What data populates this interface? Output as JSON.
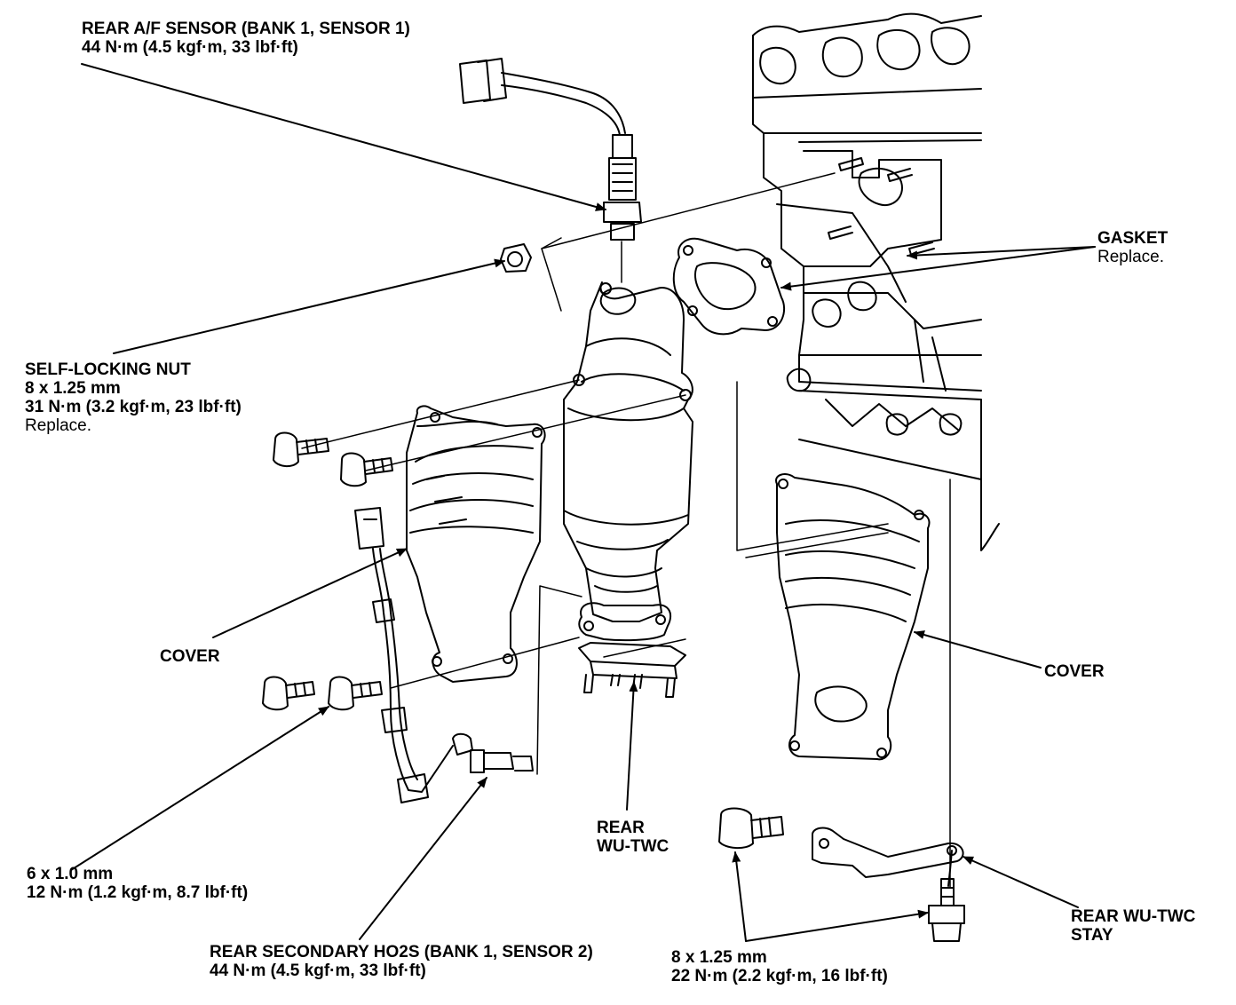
{
  "labels": {
    "rear_af_sensor": {
      "title": "REAR A/F SENSOR (BANK 1, SENSOR 1)",
      "torque": "44 N·m (4.5 kgf·m, 33 lbf·ft)"
    },
    "self_locking_nut": {
      "title": "SELF-LOCKING NUT",
      "size": "8 x 1.25 mm",
      "torque": "31 N·m (3.2 kgf·m, 23 lbf·ft)",
      "note": "Replace."
    },
    "gasket": {
      "title": "GASKET",
      "note": "Replace."
    },
    "cover_left": {
      "title": "COVER"
    },
    "cover_right": {
      "title": "COVER"
    },
    "bolt_6x1": {
      "size": "6 x 1.0 mm",
      "torque": "12 N·m (1.2 kgf·m, 8.7 lbf·ft)"
    },
    "rear_secondary_ho2s": {
      "title": "REAR SECONDARY HO2S (BANK 1, SENSOR 2)",
      "torque": "44 N·m (4.5 kgf·m, 33 lbf·ft)"
    },
    "rear_wu_twc": {
      "line1": "REAR",
      "line2": "WU-TWC"
    },
    "bolt_8x125": {
      "size": "8 x 1.25 mm",
      "torque": "22 N·m (2.2 kgf·m, 16 lbf·ft)"
    },
    "rear_wu_twc_stay": {
      "line1": "REAR WU-TWC",
      "line2": "STAY"
    }
  },
  "colors": {
    "ink": "#000000",
    "paper": "#ffffff"
  }
}
